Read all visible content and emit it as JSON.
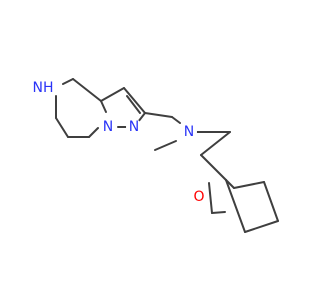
{
  "atoms": {
    "nh": {
      "text": "NH",
      "color": "#2a34f7"
    },
    "n_pyrazole_left": {
      "text": "N",
      "color": "#2a34f7"
    },
    "n_pyrazole_right": {
      "text": "N",
      "color": "#2a34f7"
    },
    "n_amine": {
      "text": "N",
      "color": "#2a34f7"
    },
    "o_ring": {
      "text": "O",
      "color": "#ff0000"
    }
  },
  "bond_color": "#3f3f3f"
}
